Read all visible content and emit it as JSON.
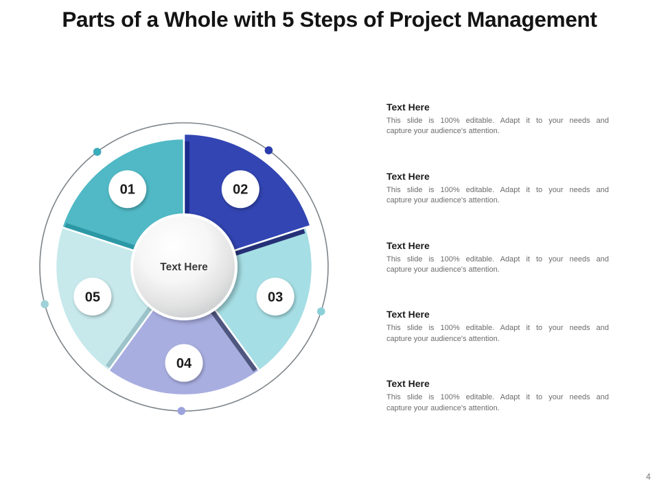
{
  "slide": {
    "title": "Parts of a Whole with 5 Steps of Project Management",
    "page_number": "4"
  },
  "diagram": {
    "center_label": "Text Here",
    "ring_color": "#7d8489",
    "segments": [
      {
        "number": "01",
        "color": "#50b9c5",
        "dot_color": "#3bacbb",
        "start_angle": 288,
        "end_angle": 360,
        "dot_angle": 323,
        "radius": 187
      },
      {
        "number": "02",
        "color": "#3245b3",
        "dot_color": "#2b3cac",
        "start_angle": 0,
        "end_angle": 72,
        "dot_angle": 36,
        "radius": 194
      },
      {
        "number": "03",
        "color": "#a5dee4",
        "dot_color": "#8bd0d9",
        "start_angle": 72,
        "end_angle": 144,
        "dot_angle": 108,
        "radius": 187
      },
      {
        "number": "04",
        "color": "#a9aee1",
        "dot_color": "#9ba2dc",
        "start_angle": 144,
        "end_angle": 216,
        "dot_angle": 181,
        "radius": 187
      },
      {
        "number": "05",
        "color": "#c7e9ec",
        "dot_color": "#9fd2d8",
        "start_angle": 216,
        "end_angle": 288,
        "dot_angle": 255,
        "radius": 187
      }
    ],
    "bevels": [
      {
        "angle": 0,
        "color": "#1b2a8a"
      },
      {
        "angle": 72,
        "color": "#253077"
      },
      {
        "angle": 144,
        "color": "#4f577f"
      },
      {
        "angle": 216,
        "color": "#9cc3ca"
      },
      {
        "angle": 288,
        "color": "#2d98a5"
      }
    ]
  },
  "text_blocks": [
    {
      "heading": "Text Here",
      "body_line1": "This slide is 100% editable. Adapt it to your needs and",
      "body_line2": "capture your audience's attention."
    },
    {
      "heading": "Text Here",
      "body_line1": "This slide is 100% editable. Adapt it to your needs and",
      "body_line2": "capture your audience's attention."
    },
    {
      "heading": "Text Here",
      "body_line1": "This slide is 100% editable. Adapt it to your needs and",
      "body_line2": "capture your audience's attention."
    },
    {
      "heading": "Text Here",
      "body_line1": "This slide is 100% editable. Adapt it to your needs and",
      "body_line2": "capture your audience's attention."
    },
    {
      "heading": "Text Here",
      "body_line1": "This slide is 100% editable. Adapt it to your needs and",
      "body_line2": "capture your audience's attention."
    }
  ]
}
